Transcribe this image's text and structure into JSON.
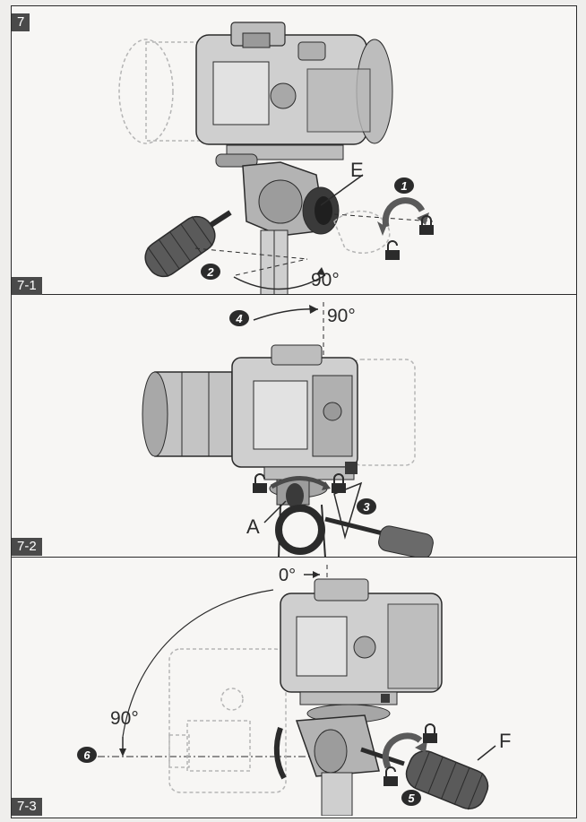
{
  "sections": {
    "main_tag": "7",
    "panel1": {
      "tag": "7-1",
      "callout_letter": "E",
      "step_1": "1",
      "step_2": "2",
      "angle": "90°"
    },
    "panel2": {
      "tag": "7-2",
      "callout_letter": "A",
      "step_4": "4",
      "step_3": "3",
      "angle": "90°"
    },
    "panel3": {
      "tag": "7-3",
      "callout_letter": "F",
      "angle_top": "0°",
      "angle_side": "90°",
      "step_6": "6",
      "step_5": "5"
    }
  },
  "colors": {
    "ink": "#2b2b2b",
    "paper": "#efeeec",
    "panel_bg": "#f7f6f4",
    "tag_bg": "#4a4a4a",
    "shade": "#8c8c8c",
    "ghost": "#b5b5b5"
  },
  "icons": [
    "lock-closed-icon",
    "lock-open-icon",
    "curved-arrow-icon",
    "camera-illustration",
    "tripod-head-illustration",
    "pan-handle-illustration"
  ]
}
